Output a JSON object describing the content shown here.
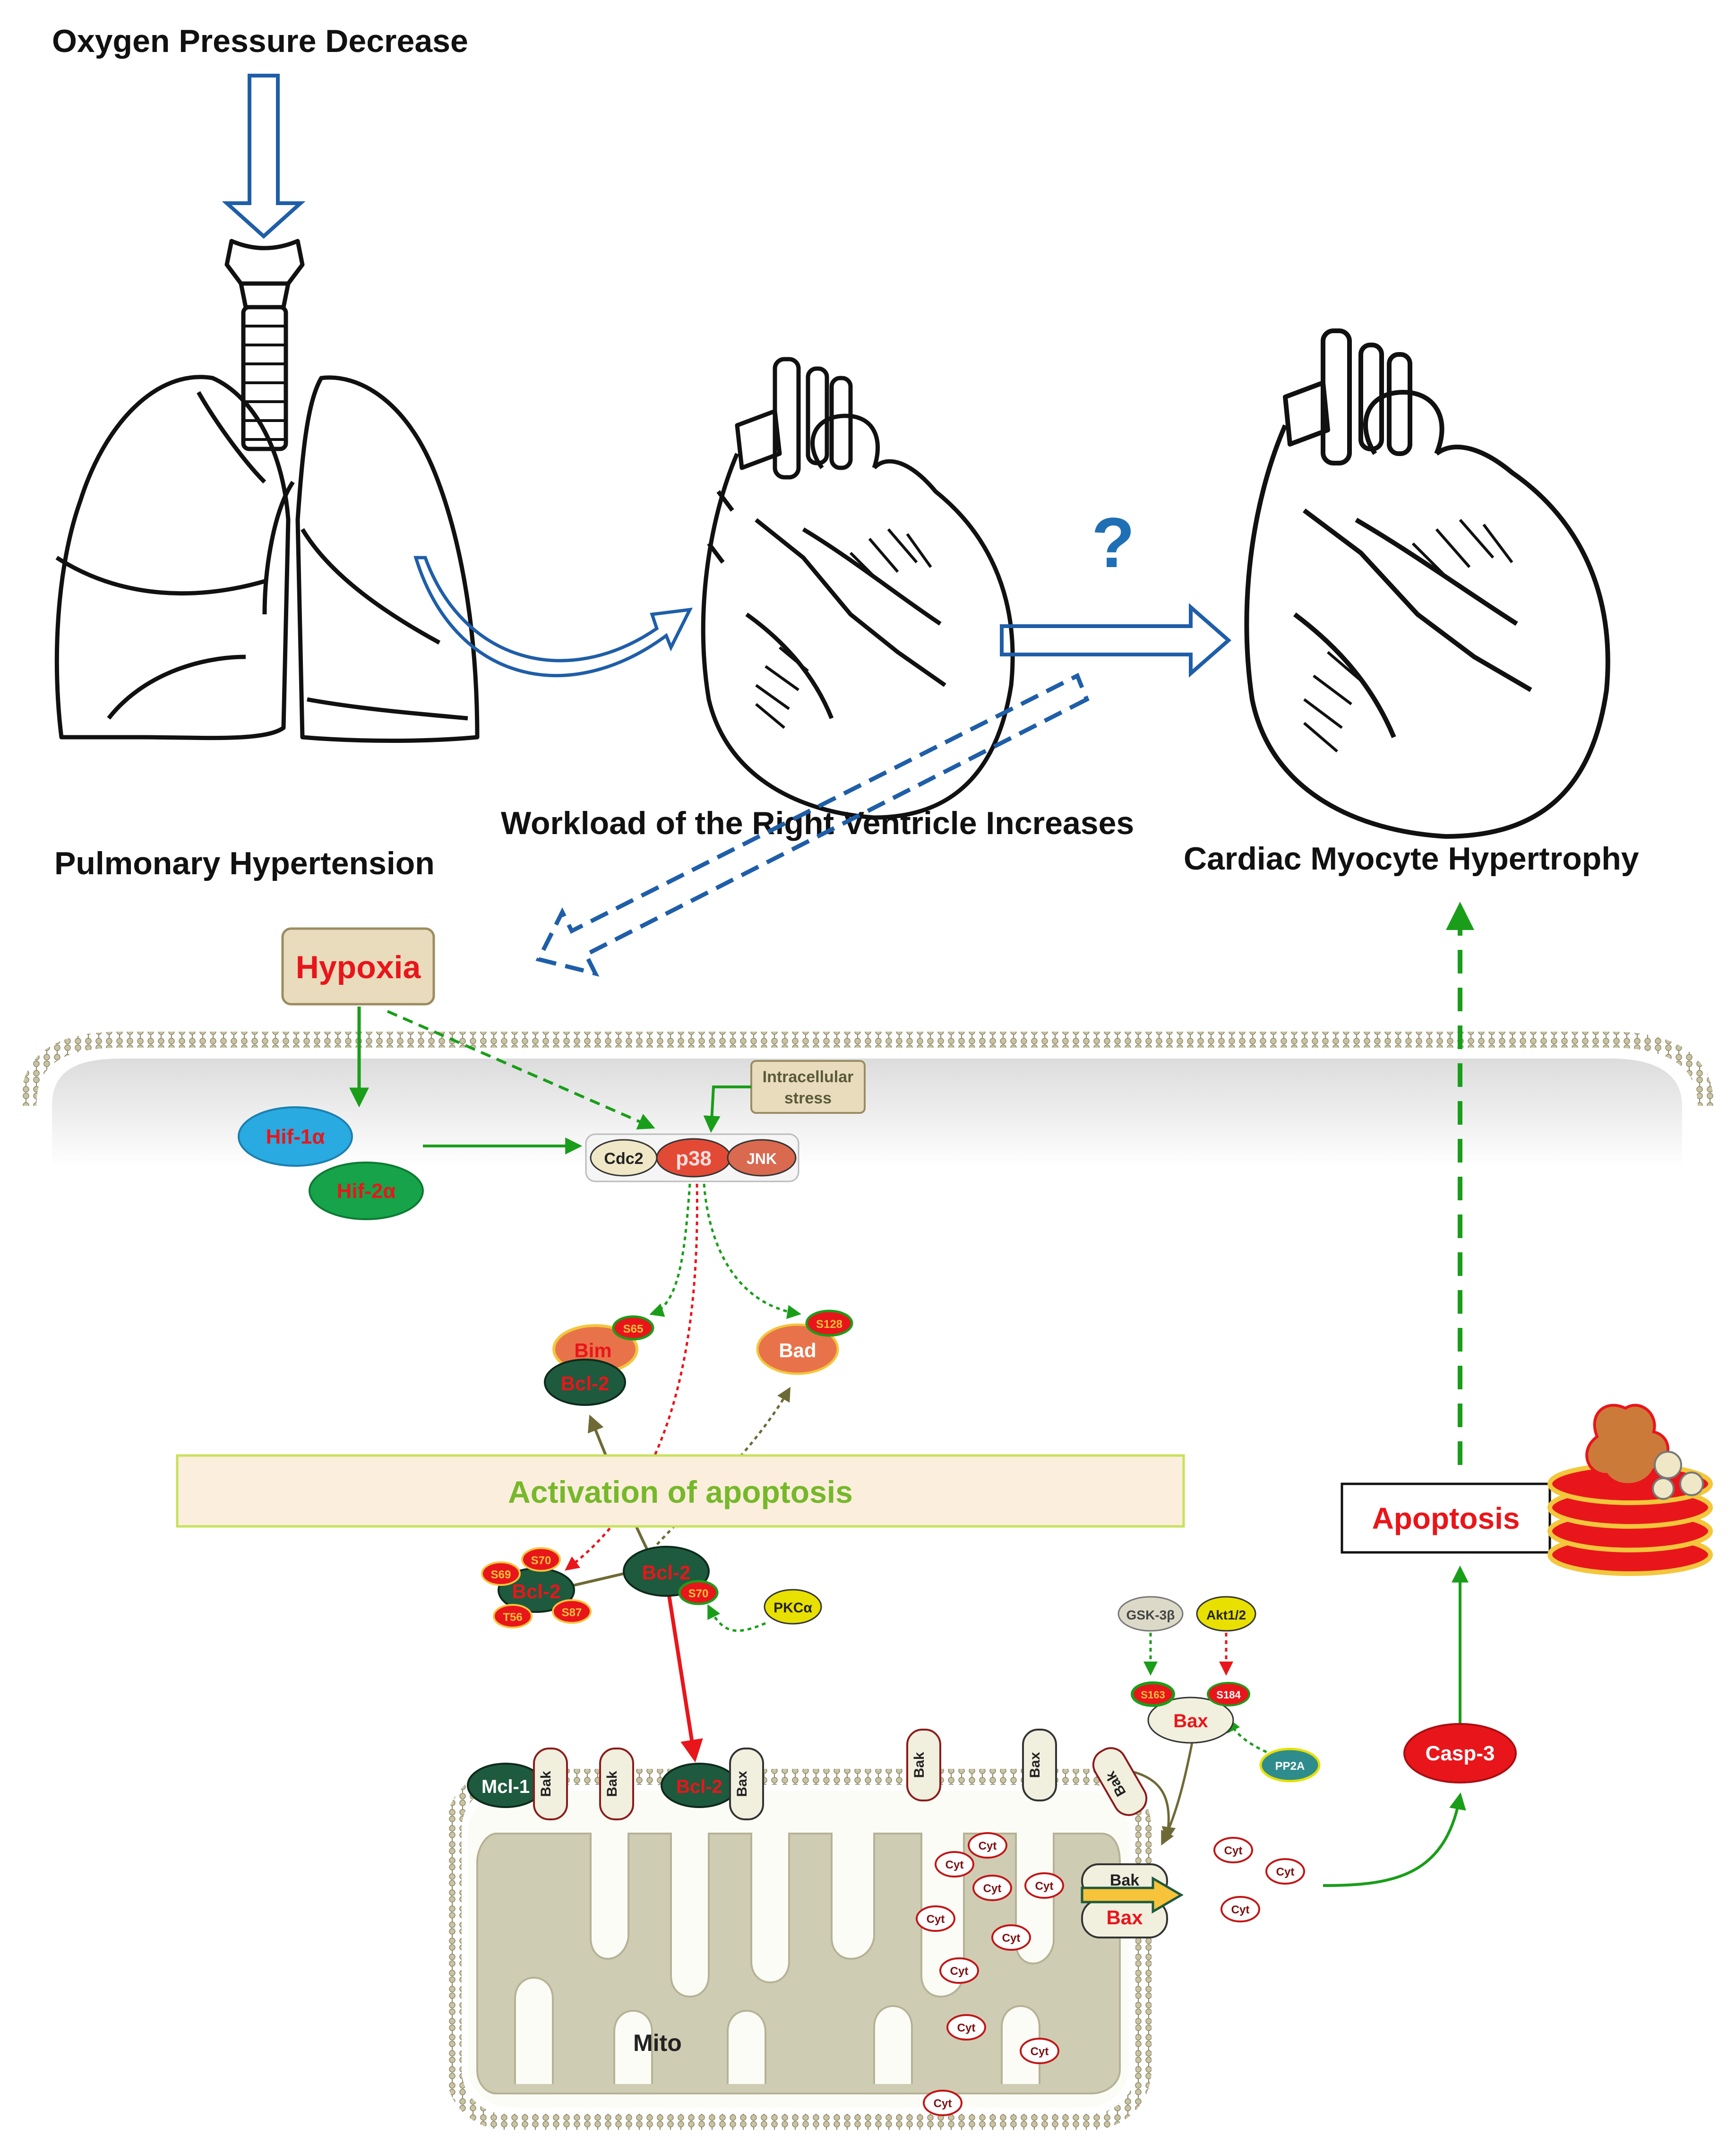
{
  "titles": {
    "oxygen": "Oxygen Pressure Decrease",
    "pulmonary": "Pulmonary Hypertension",
    "workload": "Workload of the Right Ventricle Increases",
    "hypertrophy": "Cardiac Myocyte Hypertrophy",
    "question": "?"
  },
  "boxes": {
    "hypoxia": "Hypoxia",
    "activation": "Activation of apoptosis",
    "apoptosis": "Apoptosis",
    "stress_line1": "Intracellular",
    "stress_line2": "stress"
  },
  "proteins": {
    "hif1": "Hif-1α",
    "hif2": "Hif-2α",
    "cdc2": "Cdc2",
    "p38": "p38",
    "jnk": "JNK",
    "bim": "Bim",
    "bim_site": "S65",
    "bad": "Bad",
    "bad_site": "S128",
    "bcl2": "Bcl-2",
    "bcl2_s70": "S70",
    "pkca": "PKCα",
    "bcl2_phos_sites": [
      "S69",
      "S70",
      "T56",
      "S87"
    ],
    "gsk3b": "GSK-3β",
    "akt": "Akt1/2",
    "bax": "Bax",
    "bax_site_left": "S163",
    "bax_site_right": "S184",
    "pp2a": "PP2A",
    "casp3": "Casp-3",
    "mcl1": "Mcl-1",
    "bak": "Bak",
    "cyt": "Cyt",
    "mito": "Mito"
  },
  "colors": {
    "arrow_blue": "#1f5ea8",
    "green": "#1a9e1a",
    "red": "#e8161b",
    "dark_green": "#1e5a3e",
    "olive": "#6e6a36",
    "hypoxia_fill": "#e9dcbd",
    "activation_fill": "#fbeedd"
  }
}
